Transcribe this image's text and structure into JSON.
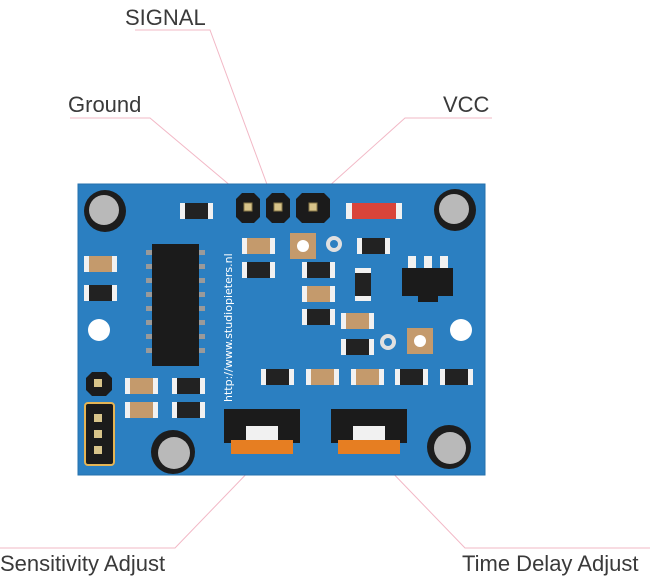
{
  "labels": {
    "signal": "SIGNAL",
    "ground": "Ground",
    "vcc": "VCC",
    "sensitivity": "Sensitivity Adjust",
    "time_delay": "Time Delay Adjust"
  },
  "board": {
    "url": "http://www.studiopieters.nl"
  },
  "colors": {
    "board": "#2b7fc1",
    "board_edge": "#2672ad",
    "leader_line": "#f2b8c6",
    "chip": "#1b1b1b",
    "resistor_body": "#222222",
    "capacitor_body": "#c49a6c",
    "component_end": "#f1f1f1",
    "potentiometer_base": "#e67e22",
    "mounting_hole": "#b9b9b9",
    "led": "#d9443a",
    "jumper": "#e5b454"
  },
  "icons": {
    "header_pins": "pin-header-icon",
    "ic": "ic-chip-icon",
    "potentiometer": "potentiometer-icon",
    "regulator": "voltage-regulator-icon"
  }
}
